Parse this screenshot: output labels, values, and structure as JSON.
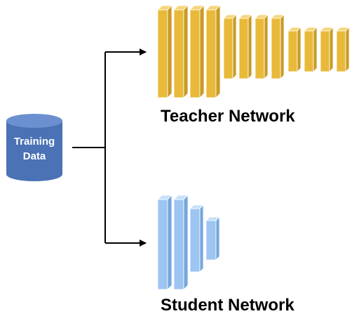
{
  "data_source": {
    "line1": "Training",
    "line2": "Data",
    "fill": "#4a72b5",
    "top_fill": "#6c90cf"
  },
  "teacher": {
    "label": "Teacher Network",
    "colors": {
      "front": "#e9b93a",
      "side": "#c99b24",
      "top": "#f6d57a"
    }
  },
  "student": {
    "label": "Student Network",
    "colors": {
      "front": "#9cc5f2",
      "side": "#76a7dc",
      "top": "#c7e0fb"
    }
  },
  "connector_color": "#000000"
}
